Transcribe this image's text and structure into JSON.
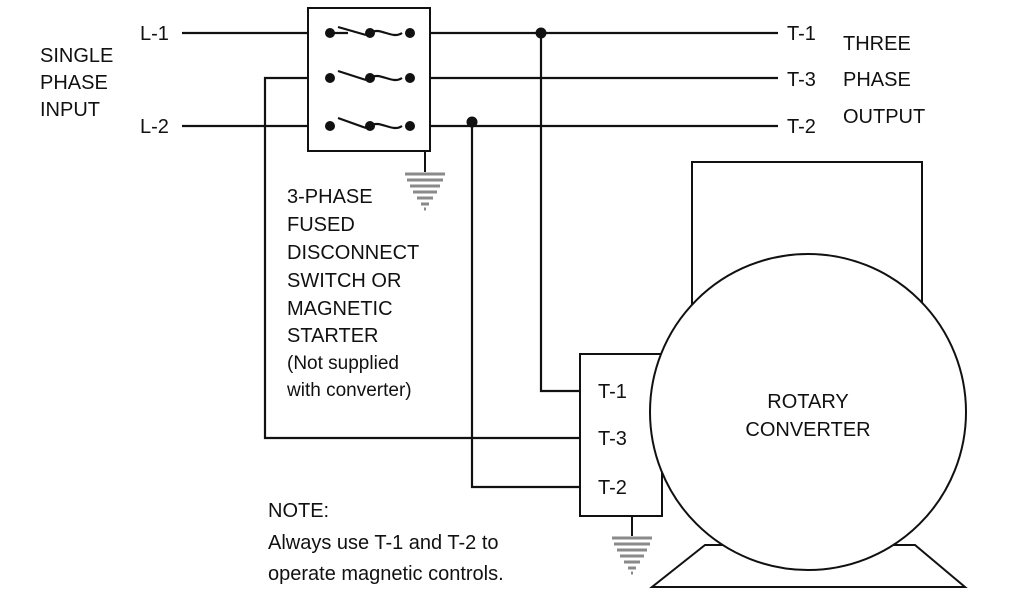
{
  "input_label": [
    "SINGLE",
    "PHASE",
    "INPUT"
  ],
  "output_label": [
    "THREE",
    "PHASE",
    "OUTPUT"
  ],
  "input_terminals": {
    "l1": "L-1",
    "l2": "L-2"
  },
  "output_terminals": {
    "t1": "T-1",
    "t3": "T-3",
    "t2": "T-2"
  },
  "motor_terminals": {
    "t1": "T-1",
    "t3": "T-3",
    "t2": "T-2"
  },
  "switch_caption": [
    "3-PHASE",
    "FUSED",
    "DISCONNECT",
    "SWITCH OR",
    "MAGNETIC",
    "STARTER",
    "(Not supplied",
    "with converter)"
  ],
  "converter_label": [
    "ROTARY",
    "CONVERTER"
  ],
  "note": [
    "NOTE:",
    "Always use T-1 and T-2 to",
    "operate magnetic controls."
  ]
}
